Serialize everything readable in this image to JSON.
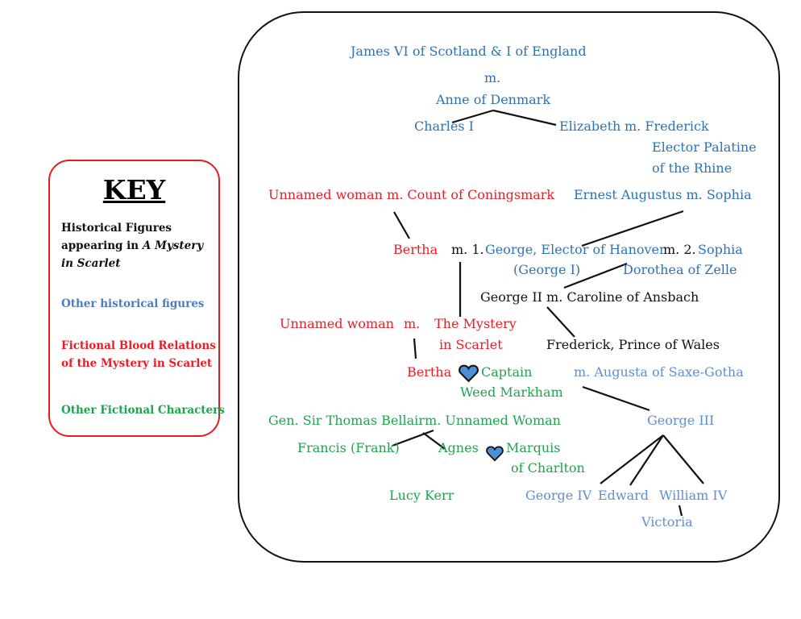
{
  "key": {
    "title": "KEY",
    "historical_line1": "Historical Figures",
    "historical_line2_prefix": "appearing in ",
    "historical_line2_italic": "A Mystery",
    "historical_line3_italic": "in Scarlet",
    "other_historical": "Other historical figures",
    "fictional_blood_line1": "Fictional Blood Relations",
    "fictional_blood_line2": "of the Mystery in Scarlet",
    "other_fictional": "Other Fictional Characters"
  },
  "colors": {
    "historical_in_book": "#111111",
    "other_historical": "#2b73b6",
    "fictional_blood": "#ec1c24",
    "other_fictional": "#1fa44e",
    "key_border": "#e01e1e",
    "heart_fill": "#4b8fd6"
  },
  "tree": {
    "james": "James VI of Scotland & I of England",
    "m1": "m.",
    "anne": "Anne of Denmark",
    "charles": "Charles I",
    "elizabeth": "Elizabeth",
    "elizabeth_m": "m. Frederick",
    "elector1": "Elector Palatine",
    "elector2": "of the Rhine",
    "unnamed_coning": "Unnamed woman m. Count of Coningsmark",
    "ernest": "Ernest Augustus m. Sophia",
    "bertha1": "Bertha",
    "m_1": "m. 1.",
    "george_elector": "George, Elector of Hanover",
    "m_2": "m. 2.",
    "sophia": "Sophia",
    "george_i": "(George I)",
    "dorothea": "Dorothea of Zelle",
    "george_ii": "George II m. Caroline of Ansbach",
    "unnamed2": "Unnamed woman",
    "m_unnamed2": "m.",
    "mystery1": "The Mystery",
    "mystery2": "in Scarlet",
    "frederick_wales": "Frederick, Prince of Wales",
    "bertha2": "Bertha",
    "captain1": "Captain",
    "captain2": "Weed Markham",
    "augusta": "m. Augusta of Saxe-Gotha",
    "bellair": "Gen. Sir Thomas Bellair",
    "bellair_m": "m. Unnamed Woman",
    "george_iii": "George III",
    "francis": "Francis (Frank)",
    "agnes": "Agnes",
    "marquis1": "Marquis",
    "marquis2": "of Charlton",
    "lucy": "Lucy Kerr",
    "george_iv": "George IV",
    "edward": "Edward",
    "william_iv": "William IV",
    "victoria": "Victoria"
  }
}
